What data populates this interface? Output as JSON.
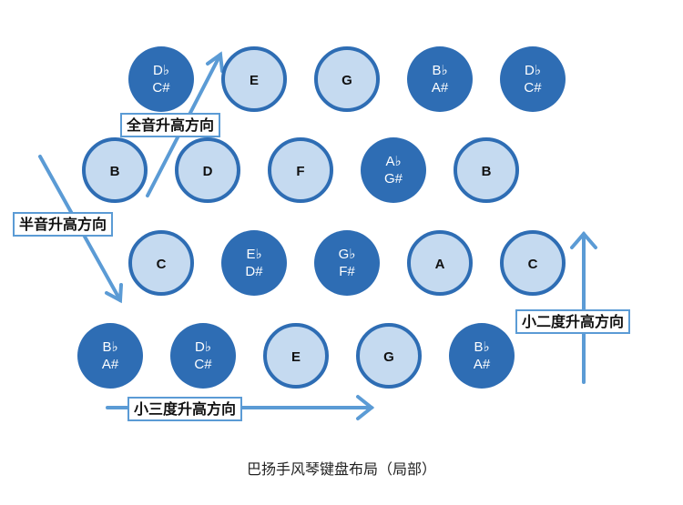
{
  "colors": {
    "dark_key": "#2e6db4",
    "light_key": "#c5daf0",
    "light_key_ring": "#2e6db4",
    "arrow": "#5b9bd5"
  },
  "rows": [
    {
      "keys": [
        {
          "type": "dark",
          "lines": [
            "D♭",
            "C#"
          ]
        },
        {
          "type": "light",
          "lines": [
            "E"
          ]
        },
        {
          "type": "light",
          "lines": [
            "G"
          ]
        },
        {
          "type": "dark",
          "lines": [
            "B♭",
            "A#"
          ]
        },
        {
          "type": "dark",
          "lines": [
            "D♭",
            "C#"
          ]
        }
      ]
    },
    {
      "keys": [
        {
          "type": "light",
          "lines": [
            "B"
          ]
        },
        {
          "type": "light",
          "lines": [
            "D"
          ]
        },
        {
          "type": "light",
          "lines": [
            "F"
          ]
        },
        {
          "type": "dark",
          "lines": [
            "A♭",
            "G#"
          ]
        },
        {
          "type": "light",
          "lines": [
            "B"
          ]
        }
      ]
    },
    {
      "keys": [
        {
          "type": "light",
          "lines": [
            "C"
          ]
        },
        {
          "type": "dark",
          "lines": [
            "E♭",
            "D#"
          ]
        },
        {
          "type": "dark",
          "lines": [
            "G♭",
            "F#"
          ]
        },
        {
          "type": "light",
          "lines": [
            "A"
          ]
        },
        {
          "type": "light",
          "lines": [
            "C"
          ]
        }
      ]
    },
    {
      "keys": [
        {
          "type": "dark",
          "lines": [
            "B♭",
            "A#"
          ]
        },
        {
          "type": "dark",
          "lines": [
            "D♭",
            "C#"
          ]
        },
        {
          "type": "light",
          "lines": [
            "E"
          ]
        },
        {
          "type": "light",
          "lines": [
            "G"
          ]
        },
        {
          "type": "dark",
          "lines": [
            "B♭",
            "A#"
          ]
        }
      ]
    }
  ],
  "labels": {
    "whole_tone": "全音升高方向",
    "semitone": "半音升高方向",
    "minor_second": "小二度升高方向",
    "minor_third": "小三度升高方向"
  },
  "caption": "巴扬手风琴键盘布局（局部）"
}
